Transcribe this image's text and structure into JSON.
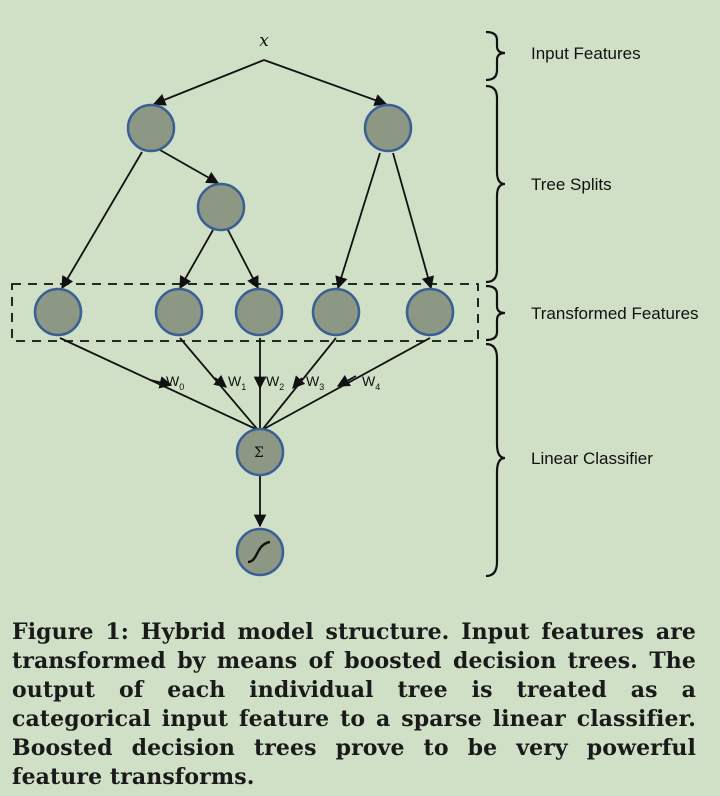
{
  "input_label": "x",
  "brackets": {
    "input_features": "Input Features",
    "tree_splits": "Tree Splits",
    "transformed_features": "Transformed Features",
    "linear_classifier": "Linear Classifier"
  },
  "weights": [
    {
      "base": "W",
      "sub": "0"
    },
    {
      "base": "W",
      "sub": "1"
    },
    {
      "base": "W",
      "sub": "2"
    },
    {
      "base": "W",
      "sub": "3"
    },
    {
      "base": "W",
      "sub": "4"
    }
  ],
  "sum_symbol": "Σ",
  "caption": "Figure 1: Hybrid model structure. Input features are transformed by means of boosted decision trees. The output of each individual tree is treated as a categorical input feature to a sparse linear classifier. Boosted decision trees prove to be very powerful feature transforms.",
  "colors": {
    "background": "#cfe0c6",
    "node_fill": "#8d9884",
    "node_stroke": "#3a5f95"
  }
}
